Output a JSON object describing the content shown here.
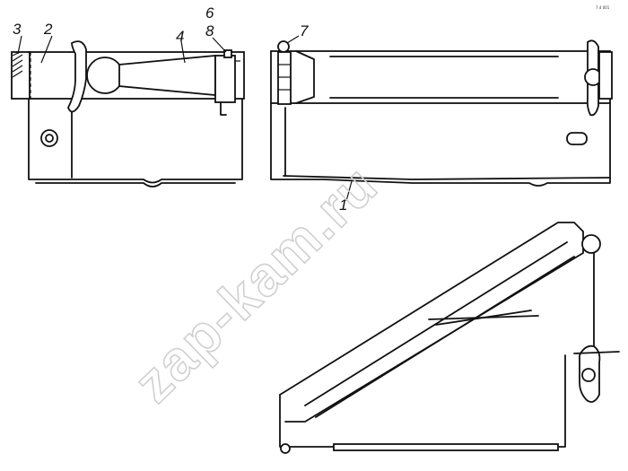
{
  "callouts": {
    "c1": "1",
    "c2": "2",
    "c3": "3",
    "c4": "4",
    "c6": "6",
    "c7": "7",
    "c8": "8"
  },
  "watermark": "zap-kam.ru",
  "corner_code": "7.4 001",
  "colors": {
    "line": "#111111",
    "watermark": "#d0d0d0"
  }
}
